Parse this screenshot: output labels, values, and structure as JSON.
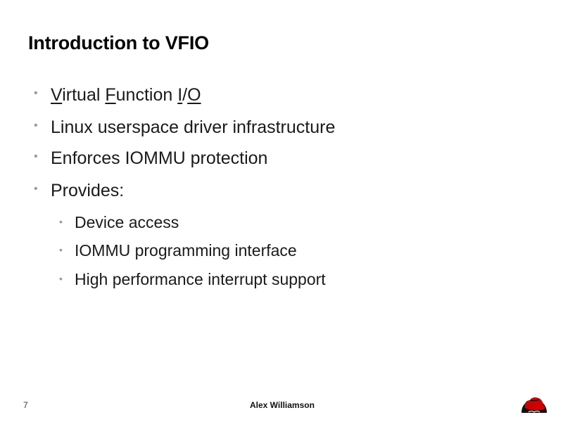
{
  "slide": {
    "title": "Introduction to VFIO",
    "bullets": [
      {
        "parts": [
          {
            "text": "V",
            "underline": true
          },
          {
            "text": "irtual ",
            "underline": false
          },
          {
            "text": "F",
            "underline": true
          },
          {
            "text": "unction ",
            "underline": false
          },
          {
            "text": "I",
            "underline": true
          },
          {
            "text": "/",
            "underline": false
          },
          {
            "text": "O",
            "underline": true
          }
        ]
      },
      {
        "text": "Linux userspace driver infrastructure"
      },
      {
        "text": "Enforces IOMMU protection"
      },
      {
        "text": "Provides:"
      }
    ],
    "sub_bullets": [
      {
        "text": "Device access"
      },
      {
        "text": "IOMMU programming interface"
      },
      {
        "text": "High performance interrupt support"
      }
    ],
    "bullet_glyph": "•",
    "bullet_color": "#9a9a9a"
  },
  "footer": {
    "page_number": "7",
    "author": "Alex Williamson",
    "logo": "red-hat-shadowman-icon",
    "logo_color": "#cc0000"
  }
}
